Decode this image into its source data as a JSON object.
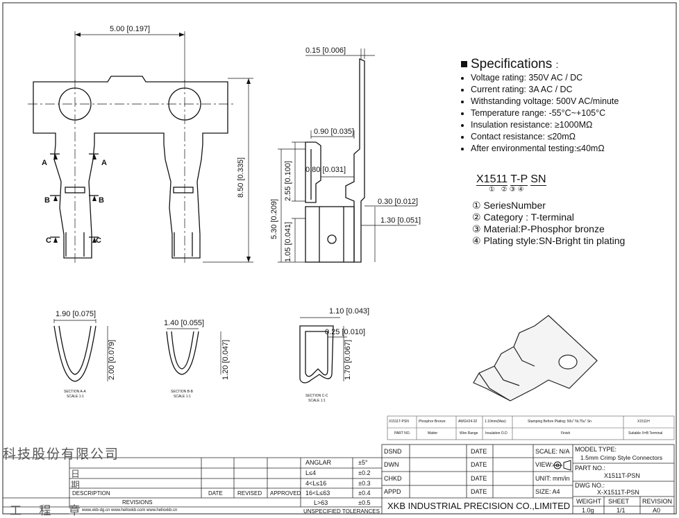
{
  "dimensions": {
    "top_width": "5.00 [0.197]",
    "thickness": "0.15 [0.006]",
    "total_height": "8.50 [0.335]",
    "d090": "0.90 [0.035]",
    "d255": "2.55 [0.100]",
    "d080": "0.80 [0.031]",
    "d530": "5.30 [0.209]",
    "d030": "0.30 [0.012]",
    "d130": "1.30 [0.051]",
    "d105": "1.05 [0.041]",
    "d190": "1.90 [0.075]",
    "d200": "2.00 [0.079]",
    "d140": "1.40 [0.055]",
    "d120": "1.20 [0.047]",
    "d110": "1.10 [0.043]",
    "d025": "0.25 [0.010]",
    "d170": "1.70 [0.067]"
  },
  "section_labels": {
    "a": "A",
    "b": "B",
    "c": "C",
    "sec_a": "SECTION A-A",
    "sec_b": "SECTION B-B",
    "sec_c": "SECTION C-C",
    "scale": "SCALE 1:1"
  },
  "specs": {
    "title": "Specifications",
    "colon": ":",
    "items": [
      "Voltage rating: 350V AC / DC",
      "Current rating: 3A  AC / DC",
      "Withstanding voltage: 500V AC/minute",
      "Temperature range:  -55°C~+105°C",
      "Insulation resistance:  ≥1000MΩ",
      "Contact resistance:  ≤20mΩ",
      "After environmental testing:≤40mΩ"
    ]
  },
  "part_code": {
    "series": "X1511",
    "category": "T-P",
    "plating": "SN",
    "nums": "① ②③④"
  },
  "legend": [
    "① SeriesNumber",
    "② Category : T-terminal",
    "③ Material:P-Phosphor bronze",
    "④ Plating style:SN-Bright tin plating"
  ],
  "small_table": {
    "row1": [
      "X1511T-PSN",
      "Phosphor Bronze",
      "AWG#24-32",
      "1.10mm(Max)",
      "Stamping Before Plating: 50u\" Ni,75u\" Sn",
      "X1511H"
    ],
    "row2": [
      "PART NO.",
      "Matter",
      "Wire Range",
      "Insulation O.D",
      "Finish",
      "Suitable X=B Terminal"
    ]
  },
  "tolerances": {
    "rows": [
      [
        "ANGLAR",
        "±5°"
      ],
      [
        "L≤4",
        "±0.2"
      ],
      [
        "4<L≤16",
        "±0.3"
      ],
      [
        "16<L≤63",
        "±0.4"
      ],
      [
        "L>63",
        "±0.5"
      ]
    ],
    "footer": "UNSPECIFIED TOLERANCES"
  },
  "revisions": {
    "cols": [
      "DESCRIPTION",
      "DATE",
      "REVISED",
      "APPROVED"
    ],
    "title": "REVISIONS",
    "urls": "www.xkb-dg.cn   www.helloxkb.com   www.helloxkb.cn"
  },
  "chinese": {
    "company": "科技股份有限公司",
    "date": "日期",
    "seal": "工 程 章"
  },
  "signoff": [
    [
      "DSND",
      "DATE"
    ],
    [
      "DWN",
      "DATE"
    ],
    [
      "CHKD",
      "DATE"
    ],
    [
      "APPD",
      "DATE"
    ]
  ],
  "title_block": {
    "scale": "SCALE: N/A",
    "view": "VIEW:",
    "unit": "UNIT: mm/in",
    "size": "SIZE: A4",
    "model_type_label": "MODEL TYPE:",
    "model_type": "1.5mm Crimp Style Connectors",
    "part_no_label": "PART NO.:",
    "part_no": "X1511T-PSN",
    "dwg_no_label": "DWG NO.:",
    "dwg_no": "X-X1511T-PSN",
    "company": "XKB INDUSTRIAL PRECISION CO.,LIMITED",
    "weight_label": "WEIGHT",
    "weight": "1.0g",
    "sheet_label": "SHEET",
    "sheet": "1/1",
    "revision_label": "REVISION",
    "revision": "A0"
  }
}
